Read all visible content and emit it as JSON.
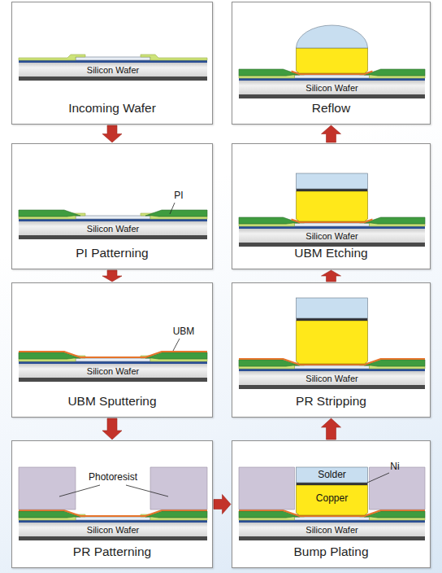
{
  "diagram": {
    "nodes": [
      {
        "text": [
          "Incoming Wafer"
        ]
      },
      {
        "text": [
          "Silicon Wafer"
        ],
        "in": 0
      },
      {
        "text": [
          "PI Patterning"
        ]
      },
      {
        "text": [
          "Silicon Wafer"
        ],
        "in": 2
      },
      {
        "text": [
          "UBM Sputtering"
        ]
      },
      {
        "text": [
          "Silicon Wafer"
        ],
        "in": 4
      },
      {
        "text": [
          "PR Patterning"
        ]
      },
      {
        "text": [
          "Silicon Wafer"
        ],
        "in": 6
      },
      {
        "text": [
          "Bump Plating"
        ]
      },
      {
        "text": [
          "Silicon Wafer"
        ],
        "in": 8
      },
      {
        "text": [
          "PR Stripping"
        ]
      },
      {
        "text": [
          "Silicon Wafer"
        ],
        "in": 10
      },
      {
        "text": [
          "UBM Etching"
        ]
      },
      {
        "text": [
          "Silicon Wafer"
        ],
        "in": 12
      },
      {
        "text": [
          "Reflow"
        ]
      },
      {
        "text": [
          "Silicon Wafer"
        ],
        "in": 14
      }
    ],
    "edges": [
      {
        "from": 0,
        "to": 2,
        "arrow": "to"
      },
      {
        "from": 2,
        "to": 4,
        "arrow": "to"
      },
      {
        "from": 4,
        "to": 6,
        "arrow": "to"
      },
      {
        "from": 6,
        "to": 8,
        "arrow": "to"
      },
      {
        "from": 8,
        "to": 10,
        "arrow": "to"
      },
      {
        "from": 10,
        "to": 12,
        "arrow": "to"
      },
      {
        "from": 12,
        "to": 14,
        "arrow": "to"
      }
    ],
    "labels": [
      "PI",
      "UBM",
      "Photoresist",
      "Solder",
      "Ni",
      "Copper"
    ]
  }
}
